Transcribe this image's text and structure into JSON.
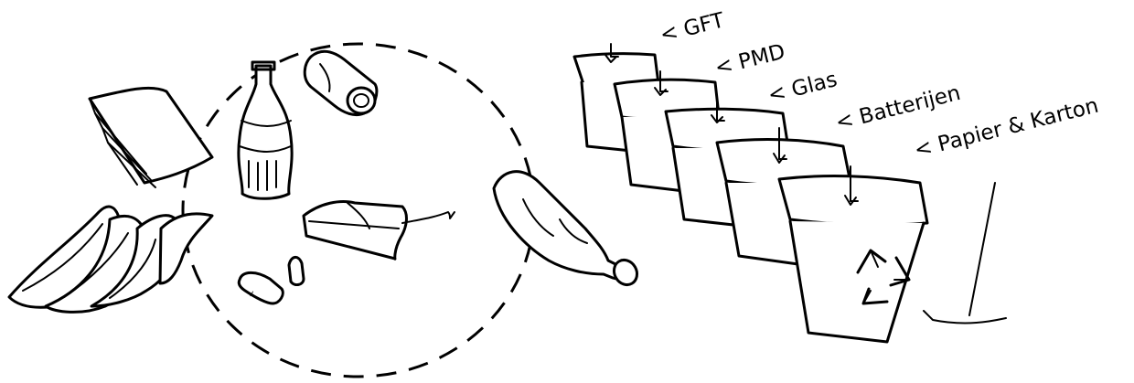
{
  "bins": {
    "labels": [
      "GFT",
      "PMD",
      "Glas",
      "Batterijen",
      "Papier & Karton"
    ]
  },
  "icons": {
    "recycle": "recycle-icon",
    "arrows": "down-arrow-icon"
  },
  "colors": {
    "stroke": "#000000",
    "background": "#ffffff"
  }
}
